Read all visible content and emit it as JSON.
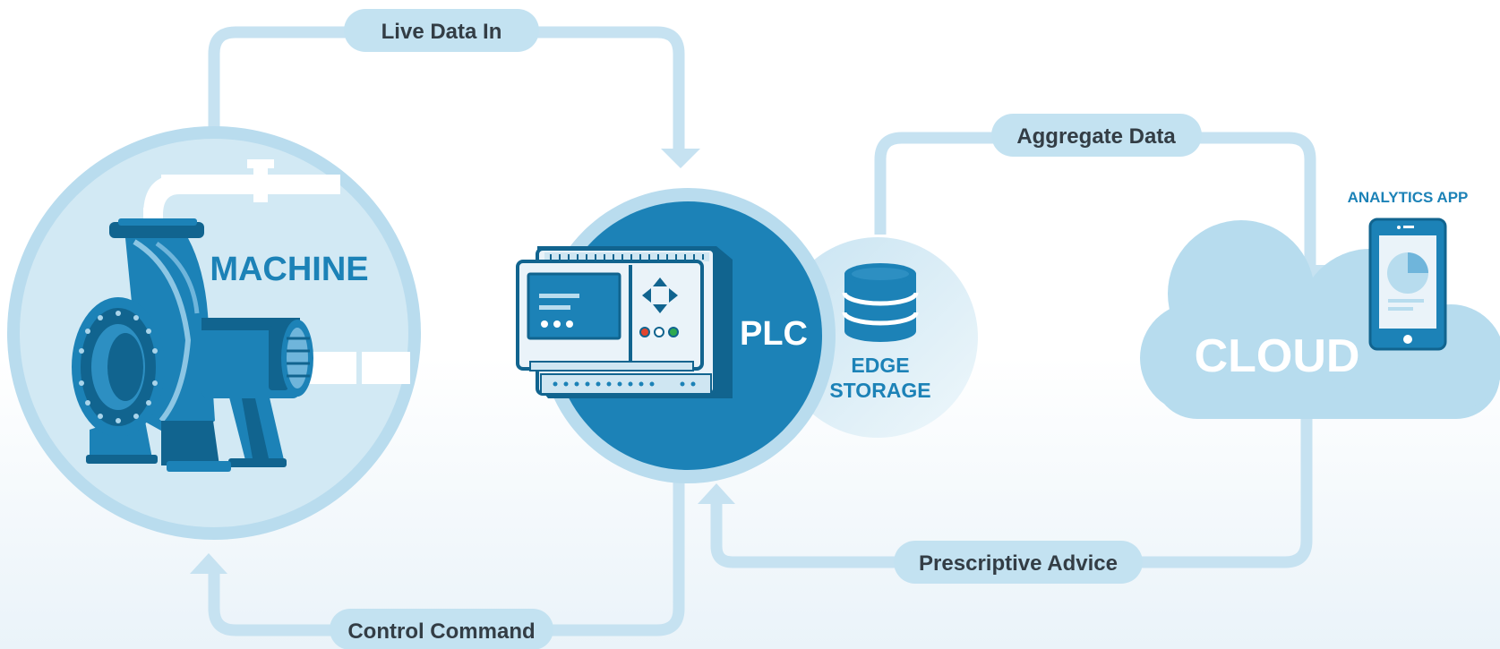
{
  "colors": {
    "flow_line": "#c6e2f1",
    "pill_fill": "#c3e2f1",
    "pill_text": "#333d45",
    "primary_blue": "#1c82b7",
    "dark_blue": "#11648f",
    "light_circle": "#d2e9f4",
    "cloud_fill": "#b7dcee",
    "white": "#ffffff"
  },
  "flow_labels": {
    "live_data_in": "Live Data In",
    "aggregate_data": "Aggregate Data",
    "prescriptive_advice": "Prescriptive Advice",
    "control_command": "Control Command"
  },
  "nodes": {
    "machine": "MACHINE",
    "plc": "PLC",
    "edge_storage_line1": "EDGE",
    "edge_storage_line2": "STORAGE",
    "cloud": "CLOUD",
    "analytics_app": "ANALYTICS APP"
  },
  "icons": [
    "pump-icon",
    "plc-controller-icon",
    "database-icon",
    "smartphone-icon",
    "cloud-icon",
    "pie-chart-icon"
  ]
}
